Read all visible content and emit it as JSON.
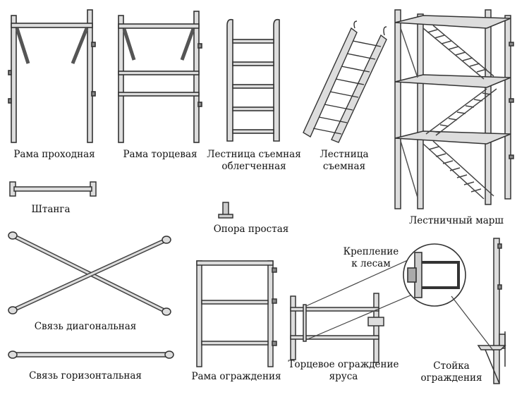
{
  "labels": {
    "rama_prokhodnaya": "Рама проходная",
    "rama_tortsevaya": "Рама торцевая",
    "lestnitsa_oblegch_1": "Лестница съемная",
    "lestnitsa_oblegch_2": "облегченная",
    "lestnitsa_1": "Лестница",
    "lestnitsa_2": "съемная",
    "lestnichny_marsh": "Лестничный марш",
    "shtanga": "Штанга",
    "opora": "Опора простая",
    "svyaz_diag": "Связь диагональная",
    "svyaz_gor": "Связь горизонтальная",
    "rama_ograzhd": "Рама ограждения",
    "torts_ograzhd_1": "Торцевое ограждение",
    "torts_ograzhd_2": "яруса",
    "kreplenie_1": "Крепление",
    "kreplenie_2": "к лесам",
    "stoyka_1": "Стойка",
    "stoyka_2": "ограждения"
  }
}
